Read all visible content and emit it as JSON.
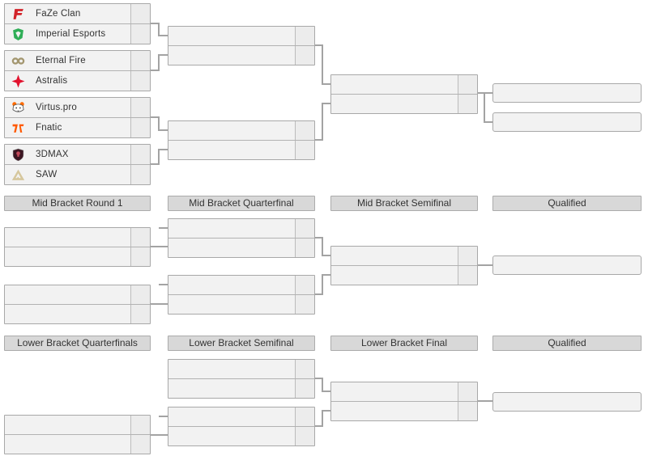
{
  "upper": {
    "round1": [
      {
        "team1": "FaZe Clan",
        "score1": "",
        "team2": "Imperial Esports",
        "score2": ""
      },
      {
        "team1": "Eternal Fire",
        "score1": "",
        "team2": "Astralis",
        "score2": ""
      },
      {
        "team1": "Virtus.pro",
        "score1": "",
        "team2": "Fnatic",
        "score2": ""
      },
      {
        "team1": "3DMAX",
        "score1": "",
        "team2": "SAW",
        "score2": ""
      }
    ]
  },
  "mid": {
    "headers": [
      {
        "label": "Mid Bracket Round 1"
      },
      {
        "label": "Mid Bracket Quarterfinal"
      },
      {
        "label": "Mid Bracket Semifinal"
      },
      {
        "label": "Qualified"
      }
    ]
  },
  "lower": {
    "headers": [
      {
        "label": "Lower Bracket Quarterfinals"
      },
      {
        "label": "Lower Bracket Semifinal"
      },
      {
        "label": "Lower Bracket Final"
      },
      {
        "label": "Qualified"
      }
    ]
  },
  "icons": {
    "faze": {
      "name": "faze-clan-icon",
      "color": "#d2232a"
    },
    "imperial": {
      "name": "imperial-esports-icon",
      "color": "#2fae57"
    },
    "eternal": {
      "name": "eternal-fire-icon",
      "color": "#a3966f"
    },
    "astralis": {
      "name": "astralis-icon",
      "color": "#e2122e"
    },
    "virtuspro": {
      "name": "virtus-pro-icon",
      "color": "#ff6b00"
    },
    "fnatic": {
      "name": "fnatic-icon",
      "color": "#ff5900"
    },
    "threedmax": {
      "name": "3dmax-icon",
      "color": "#3c1622"
    },
    "saw": {
      "name": "saw-icon",
      "color": "#d6c79d"
    }
  },
  "colors": {
    "row_bg": "#f2f2f2",
    "score_bg": "#ececec",
    "box_border": "#a8a8a8",
    "connector": "#a3a3a3",
    "header_bg": "#d8d8d8",
    "text": "#333333"
  }
}
